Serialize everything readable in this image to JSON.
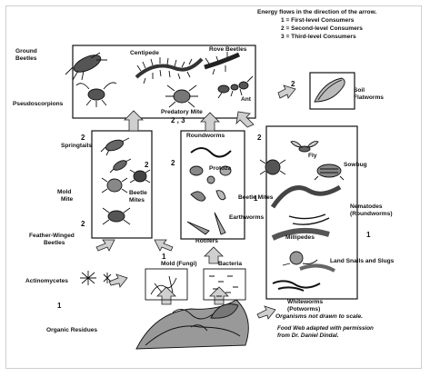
{
  "legend": {
    "heading": "Energy flows in the direction of the arrow.",
    "items": [
      "1 = First-level Consumers",
      "2 = Second-level Consumers",
      "3 = Third-level Consumers"
    ]
  },
  "labels": {
    "ground_beetles_1": "Ground",
    "ground_beetles_2": "Beetles",
    "centipede": "Centipede",
    "rove_beetles": "Rove Beetles",
    "pseudoscorpions": "Pseudoscorpions",
    "ant": "Ant",
    "predatory_mite": "Predatory Mite",
    "soil_flatworms_1": "Soil",
    "soil_flatworms_2": "Flatworms",
    "springtails": "Springtails",
    "mold_mite_1": "Mold",
    "mold_mite_2": "Mite",
    "beetle_mites_left_1": "Beetle",
    "beetle_mites_left_2": "Mites",
    "feather_winged_1": "Feather-Winged",
    "feather_winged_2": "Beetles",
    "roundworms": "Roundworms",
    "protozoa": "Protoza",
    "rotifers": "Rotifers",
    "fly": "Fly",
    "sowbug": "Sowbug",
    "beetle_mites_mid": "Beetle Mites",
    "earthworms": "Earthworms",
    "nematodes_1": "Nematodes",
    "nematodes_2": "(Roundworms)",
    "millipedes": "Millipedes",
    "land_snails": "Land Snails and Slugs",
    "whiteworms_1": "Whiteworms",
    "whiteworms_2": "(Potworms)",
    "actinomycetes": "Actinomycetes",
    "mold": "Mold (Fungi)",
    "bacteria": "Bacteria",
    "organic_residues": "Organic Residues"
  },
  "levels": {
    "top_23": "2 , 3",
    "flatworm_2": "2",
    "left_top_2": "2",
    "left_mid_2": "2",
    "left_low_2": "2",
    "mid_2": "2",
    "right_2": "2",
    "right_1": "1",
    "nematode_1": "1",
    "mold_1": "1",
    "actino_1": "1"
  },
  "notes": {
    "scale": "Organisms not drawn to scale.",
    "credit_1": "Food Web adapted with permission",
    "credit_2": "from Dr. Daniel Dindal."
  }
}
